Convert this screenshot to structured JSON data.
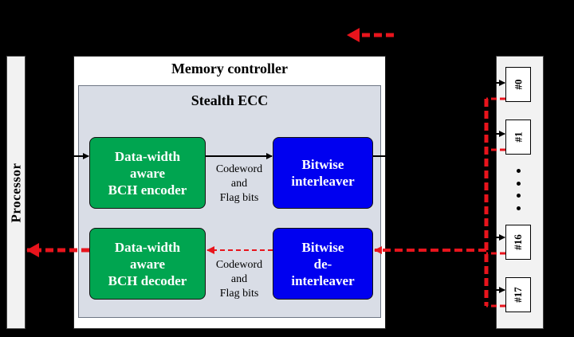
{
  "labels": {
    "processor": "Processor",
    "memory_controller": "Memory controller",
    "stealth_ecc": "Stealth ECC"
  },
  "blocks": {
    "encoder": [
      "Data-width",
      "aware",
      "BCH encoder"
    ],
    "interleaver": [
      "Bitwise",
      "interleaver"
    ],
    "decoder": [
      "Data-width",
      "aware",
      "BCH decoder"
    ],
    "deinterleaver": [
      "Bitwise",
      "de-",
      "interleaver"
    ]
  },
  "codeword_labels": {
    "top": [
      "Codeword",
      "and",
      "Flag bits"
    ],
    "bottom": [
      "Codeword",
      "and",
      "Flag bits"
    ]
  },
  "chips": [
    "#0",
    "#1",
    "#16",
    "#17"
  ],
  "colors": {
    "green_block": "#00a550",
    "blue_block": "#0000f0",
    "read_path": "#e8141c",
    "ecc_background": "#d9dde6"
  }
}
